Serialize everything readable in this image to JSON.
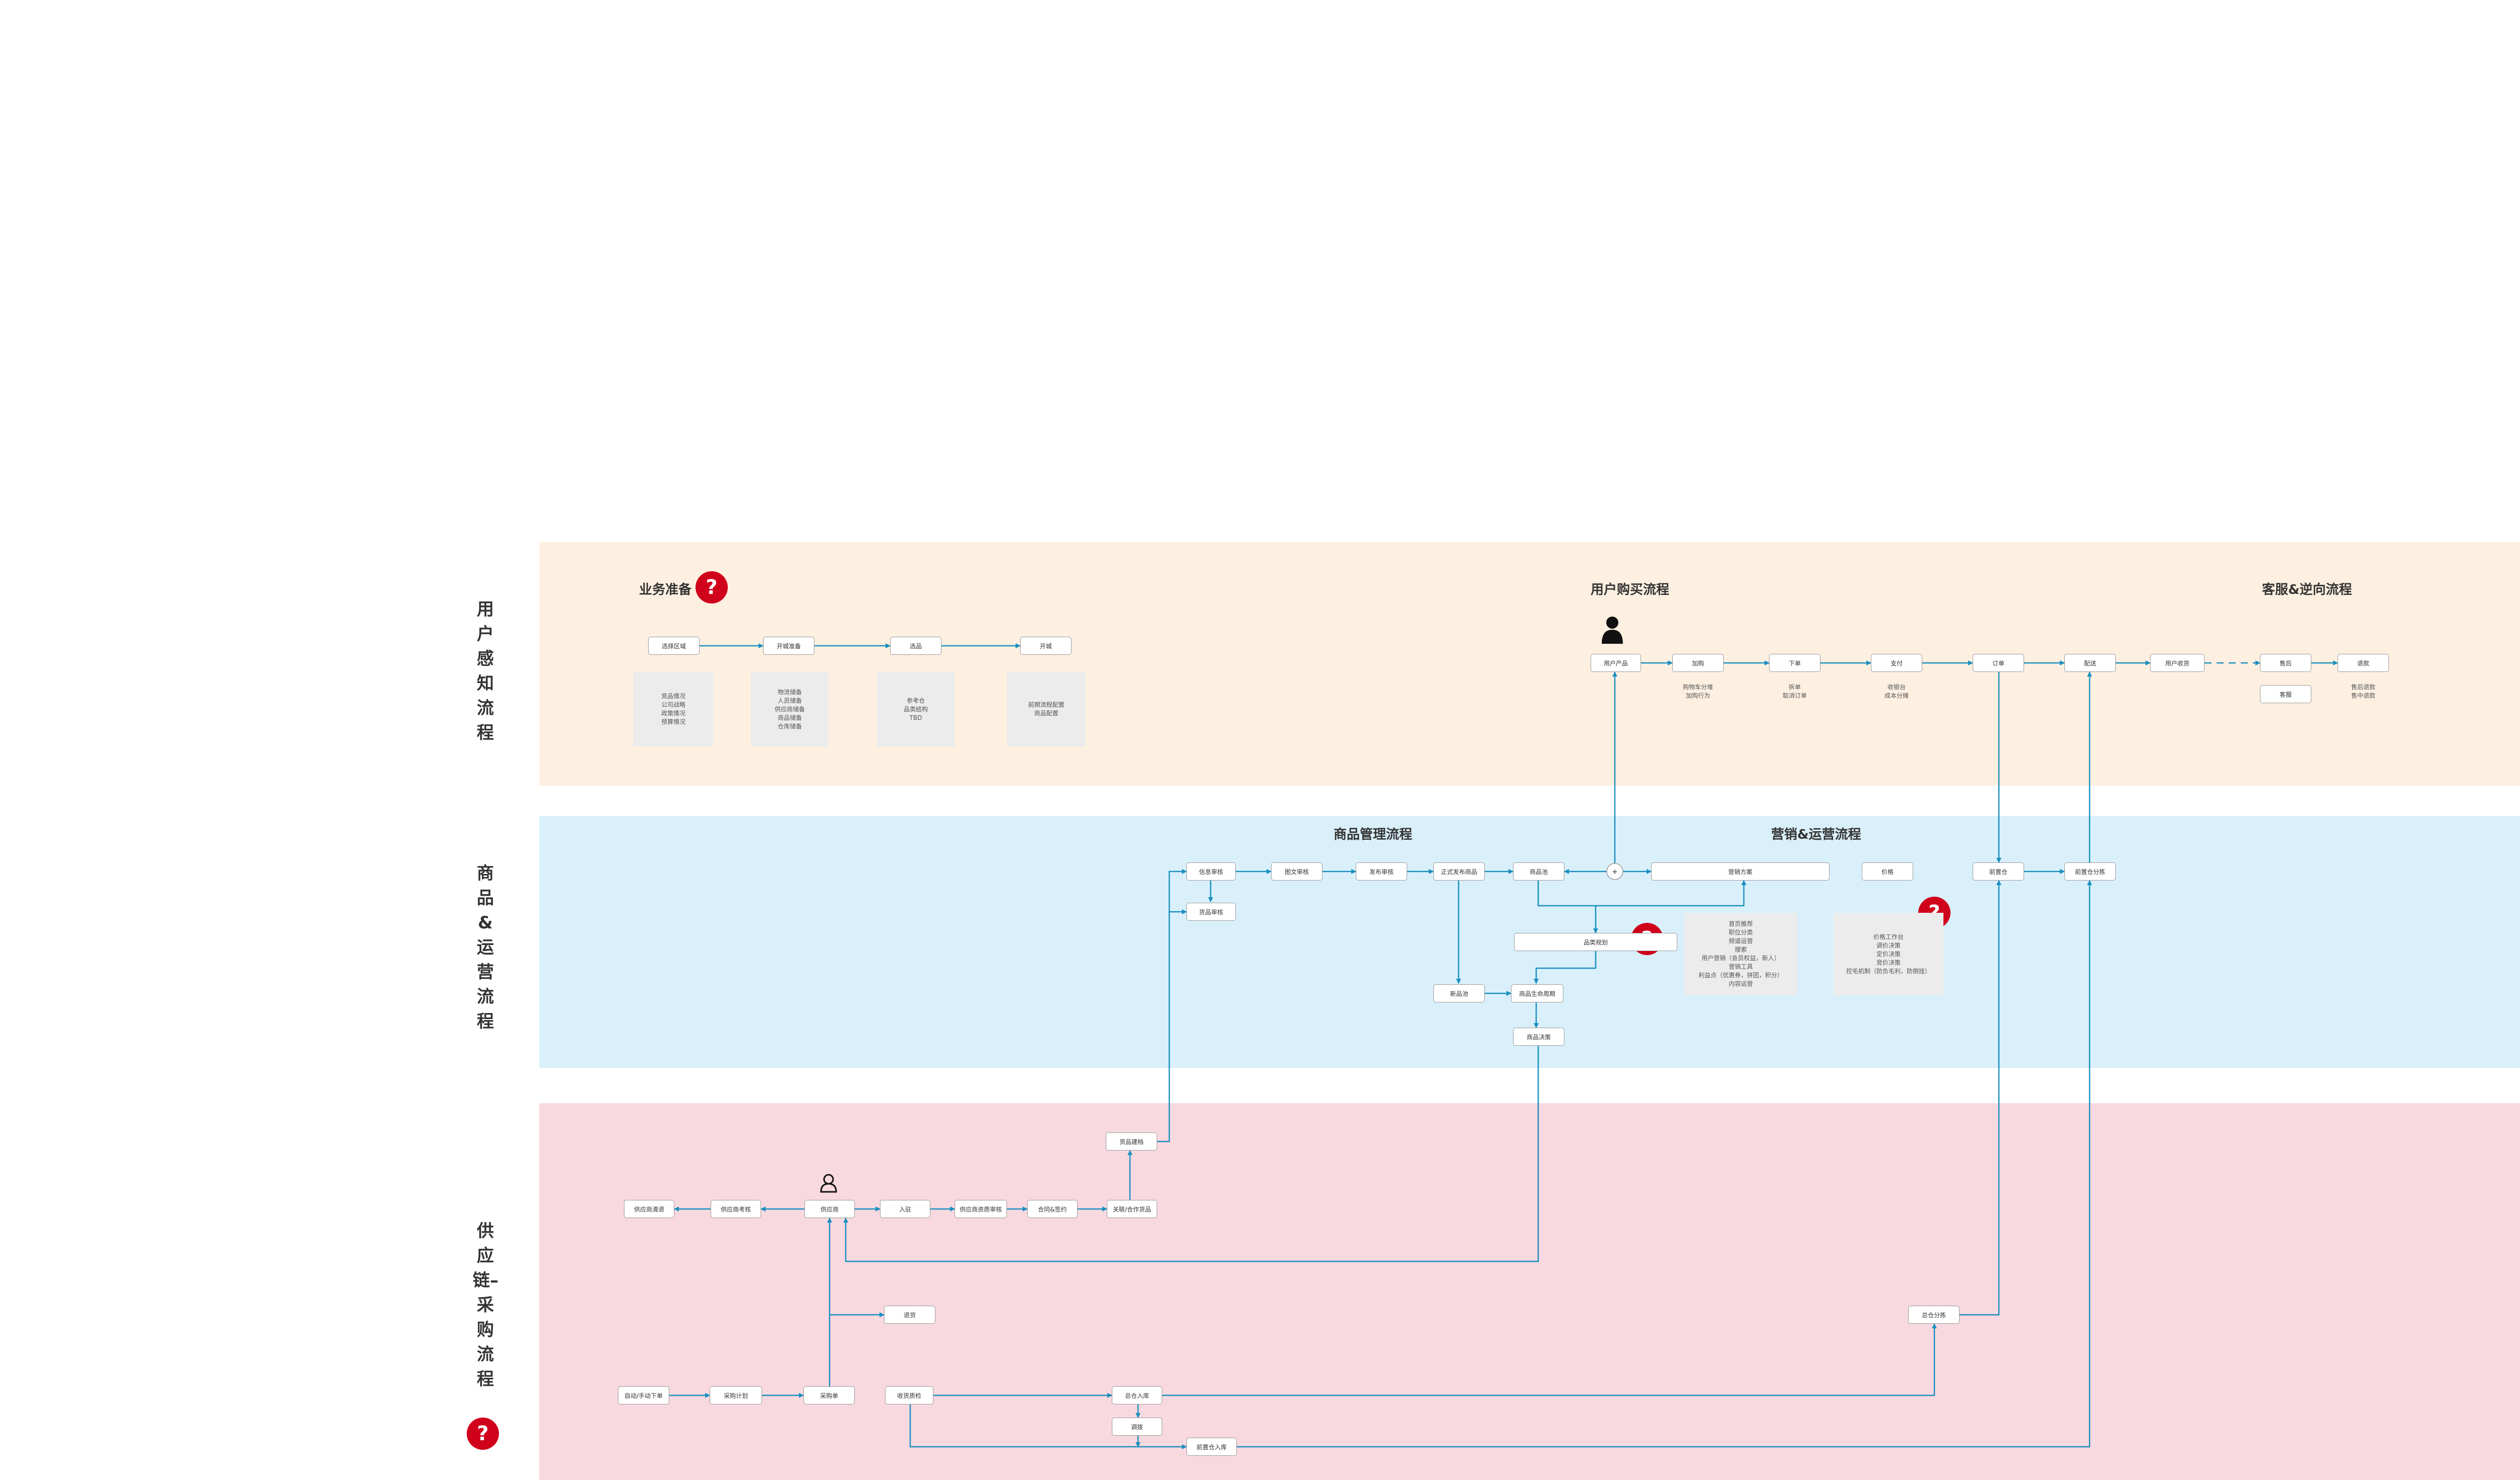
{
  "lanes": {
    "user": {
      "label": "用户感知流程",
      "color": "#fdf0e1"
    },
    "goods": {
      "label": "商品&运营流程",
      "color": "#d9f0fb"
    },
    "supply": {
      "label": "供应链–采购流程",
      "color": "#f8d9df"
    }
  },
  "sections": {
    "prep": "业务准备",
    "purchase": "用户购买流程",
    "service": "客服&逆向流程",
    "goods_mgmt": "商品管理流程",
    "marketing": "营销&运营流程"
  },
  "question_mark": "?",
  "plus_sign": "+",
  "nodes": {
    "select_area": "选择区域",
    "open_prep": "开城准备",
    "select_goods": "选品",
    "open_city": "开城",
    "user_goods": "用户产品",
    "add_cart": "加购",
    "place_order": "下单",
    "pay": "支付",
    "order": "订单",
    "deliver": "配送",
    "user_receive": "用户收货",
    "after_sale": "售后",
    "refund": "退款",
    "customer_service": "客服",
    "info_review": "信息审核",
    "image_review": "图文审核",
    "publish_review": "发布审核",
    "formal_publish": "正式发布商品",
    "goods_pool": "商品池",
    "sales_plan": "营销方案",
    "price": "价格",
    "front_warehouse": "前置仓",
    "front_sort": "前置仓分拣",
    "goods_review": "货品审核",
    "category_plan": "品类规划",
    "new_goods": "新品池",
    "lifecycle": "商品生命周期",
    "goods_decision": "商品决策",
    "supplier_exit": "供应商清退",
    "supplier_eval": "供应商考核",
    "supplier": "供应商",
    "entry": "入驻",
    "qualification": "供应商资质审核",
    "contract": "合同&签约",
    "create_goods": "关联/合作货品",
    "goods_create": "货品建档",
    "auto_order": "自动/手动下单",
    "purchase_plan": "采购计划",
    "purchase_order": "采购单",
    "return_goods": "退货",
    "receive_check": "收货质检",
    "warehouse_in": "总仓入库",
    "allocate": "调拨",
    "front_in": "前置仓入库",
    "central_sort": "总仓分拣"
  },
  "notes": {
    "prep1": [
      "竞品情况",
      "公司战略",
      "政策情况",
      "预算情况"
    ],
    "prep2": [
      "物流储备",
      "人员储备",
      "供应商储备",
      "商品储备",
      "仓库储备"
    ],
    "prep3": [
      "参考仓",
      "品类结构",
      "TBD"
    ],
    "prep4": [
      "前期流程配置",
      "商品配置"
    ],
    "marketing": [
      "首页推荐",
      "职位分类",
      "频道运营",
      "搜索",
      "用户营销（会员权益，新人）",
      "营销工具",
      "利益点（优惠券，拼团，积分）",
      "内容运营"
    ],
    "price": [
      "价格工作台",
      "调价决策",
      "定价决策",
      "竞价决策",
      "控毛机制（防负毛利，防倒挂）"
    ]
  },
  "annotations": {
    "add_cart": [
      "购物车分堆",
      "加购行为"
    ],
    "place_order": [
      "拆单",
      "取消订单"
    ],
    "pay": [
      "收银台",
      "成本分摊"
    ],
    "refund": [
      "售后退款",
      "售中退款"
    ]
  }
}
